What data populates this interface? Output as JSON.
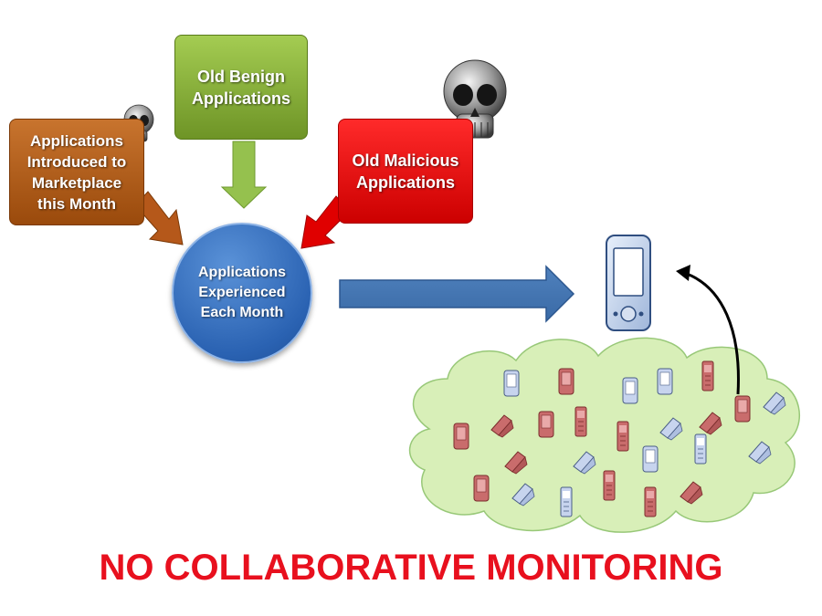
{
  "boxes": {
    "intro": "Applications\nIntroduced to\nMarketplace\nthis Month",
    "benign": "Old Benign\nApplications",
    "malicious": "Old Malicious\nApplications"
  },
  "center": "Applications\nExperienced\nEach Month",
  "headline": "NO COLLABORATIVE MONITORING",
  "colors": {
    "intro": "#b55f1c",
    "benign": "#8ab53b",
    "malicious": "#ee0000",
    "center": "#2e6bc0",
    "headline": "#e8101e",
    "cloud": "#d8efb8",
    "phone_red": "#c96c6c",
    "phone_blue": "#b8c8e8"
  },
  "icons": [
    "skull-icon",
    "phone-icon",
    "cloud-shape",
    "flip-phone-icon"
  ]
}
